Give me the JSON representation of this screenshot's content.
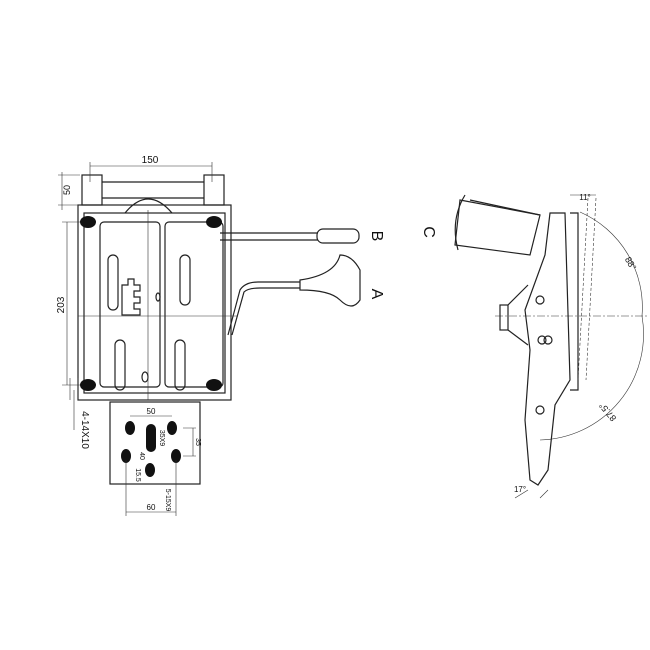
{
  "front_view": {
    "dimensions": {
      "top_width": "150",
      "top_offset": "50",
      "height": "203",
      "mount_holes": "4-14X10"
    },
    "bracket_dimensions": {
      "width": "50",
      "slot": "35X9",
      "spacing_v": "35",
      "pitch": "40",
      "offset": "15.5",
      "slots": "5-15X9",
      "bottom_width": "60"
    },
    "labels": {
      "lever_b": "B",
      "lever_a": "A"
    }
  },
  "side_view": {
    "labels": {
      "knob_c": "C"
    },
    "angles": {
      "top": "11°",
      "tilt_forward": "88°",
      "tilt_back": "87.5°",
      "bottom": "17°"
    }
  }
}
